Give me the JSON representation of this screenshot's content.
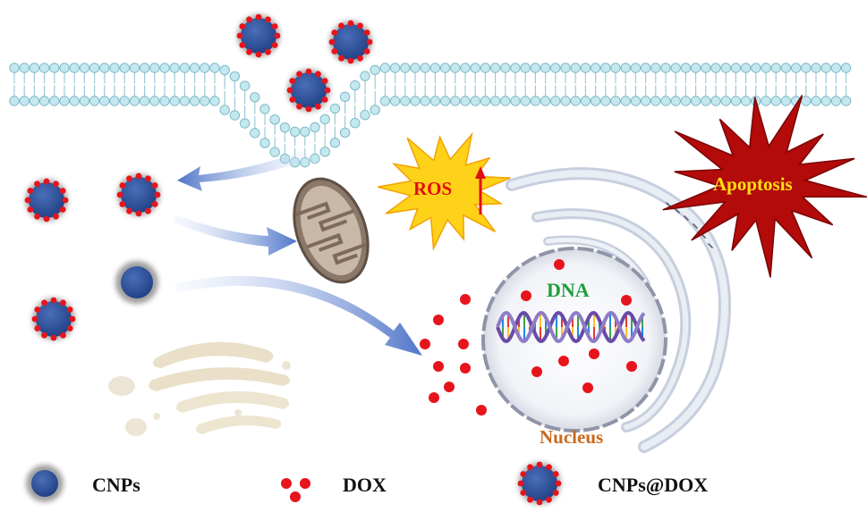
{
  "labels": {
    "ros": "ROS",
    "apoptosis": "Apoptosis",
    "dna": "DNA",
    "nucleus": "Nucleus"
  },
  "legend": [
    {
      "symbol": "cnp-particle",
      "label": "CNPs"
    },
    {
      "symbol": "dox-molecules",
      "label": "DOX"
    },
    {
      "symbol": "cnp-dox-particle",
      "label": "CNPs@DOX"
    }
  ],
  "colors": {
    "ros_text": "#e01010",
    "ros_burst": "#ffd21a",
    "apoptosis_text": "#ffe010",
    "apoptosis_burst": "#b30a0a",
    "dna_text": "#1e9e3a",
    "nucleus_text": "#c86a1e",
    "cnp_core": "#2b4f97",
    "dox": "#e8141c",
    "membrane": "#bfe5ec",
    "arrow": "#5b7fcf"
  }
}
